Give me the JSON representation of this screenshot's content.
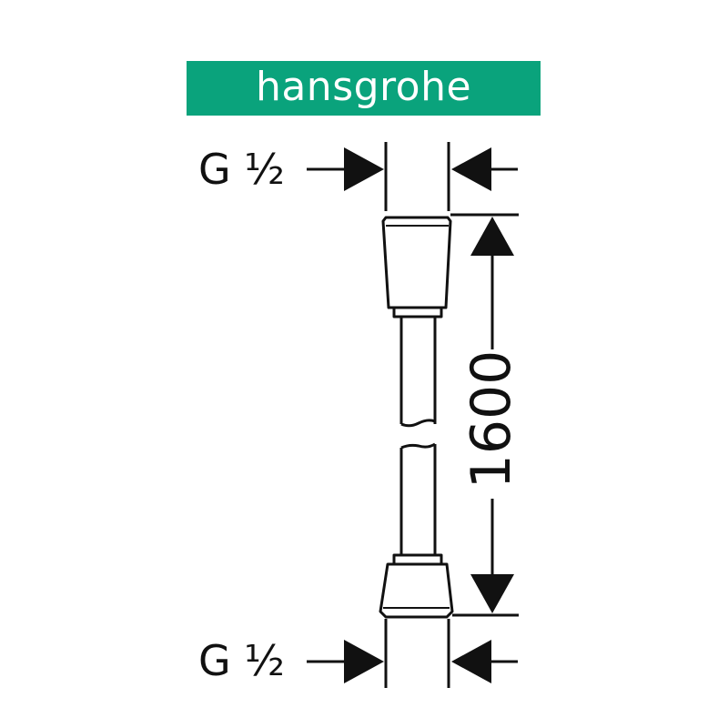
{
  "brand": {
    "name": "hansgrohe",
    "bg_color": "#0aa37c",
    "text_color": "#ffffff"
  },
  "labels": {
    "thread_top": "G ½",
    "thread_bottom": "G ½",
    "length": "1600"
  },
  "line_color": "#111111"
}
